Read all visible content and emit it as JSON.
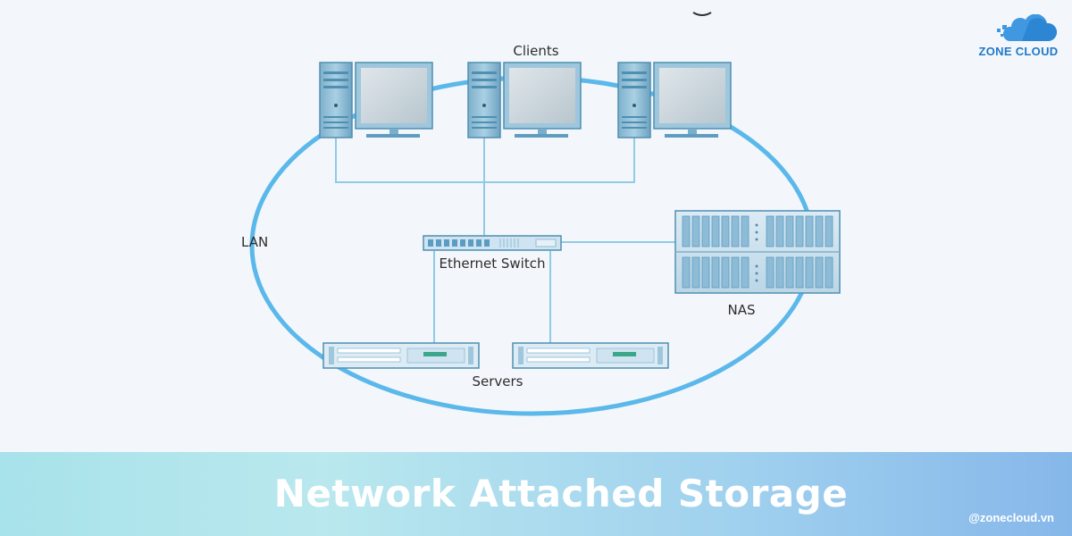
{
  "diagram": {
    "labels": {
      "clients": "Clients",
      "lan": "LAN",
      "switch": "Ethernet Switch",
      "nas": "NAS",
      "servers": "Servers"
    }
  },
  "brand": {
    "logo_text": "ZONE CLOUD",
    "handle": "@zonecloud.vn"
  },
  "banner": {
    "title": "Network Attached Storage"
  },
  "colors": {
    "lan_ring": "#5bb8ea",
    "wire": "#8fcbe6",
    "device_fill": "#9ec7dd",
    "device_stroke": "#4f8fb2",
    "screen": "#c6d3da",
    "logo_blue": "#1f78c8"
  }
}
